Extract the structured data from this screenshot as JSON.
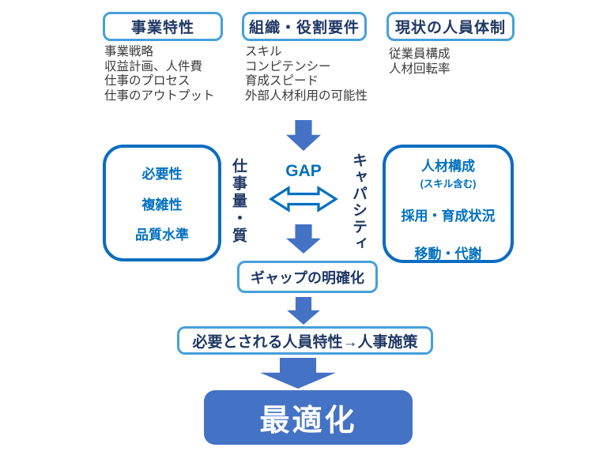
{
  "diagram": {
    "top_sections": [
      {
        "title": "事業特性",
        "items": [
          "事業戦略",
          "収益計画、人件費",
          "仕事のプロセス",
          "仕事のアウトプット"
        ]
      },
      {
        "title": "組織・役割要件",
        "items": [
          "スキル",
          "コンピテンシー",
          "育成スピード",
          "外部人材利用の可能性"
        ]
      },
      {
        "title": "現状の人員体制",
        "items": [
          "従業員構成",
          "人材回転率"
        ]
      }
    ],
    "comparison": {
      "left_box_items": [
        "必要性",
        "複雑性",
        "品質水準"
      ],
      "left_axis_label": "仕事量・質",
      "gap_label": "GAP",
      "right_axis_label": "キャパシティ",
      "right_box": {
        "title": "人材構成",
        "subtitle": "(スキル含む)",
        "items": [
          "採用・育成状況",
          "移動・代謝"
        ]
      }
    },
    "flow": {
      "gap_clarification": "ギャップの明確化",
      "requirements": "必要とされる人員特性→人事施策",
      "optimization": "最適化"
    }
  },
  "colors": {
    "light_blue_border": "#45a0dc",
    "strong_blue_border": "#0b6dbf",
    "arrow_blue": "#4472c4",
    "navy_text": "#1f3864",
    "blue_text": "#0070c0",
    "body_text": "#3a3a3a",
    "optimization_fill": "#4472c4",
    "optimization_text": "#ffffff"
  }
}
